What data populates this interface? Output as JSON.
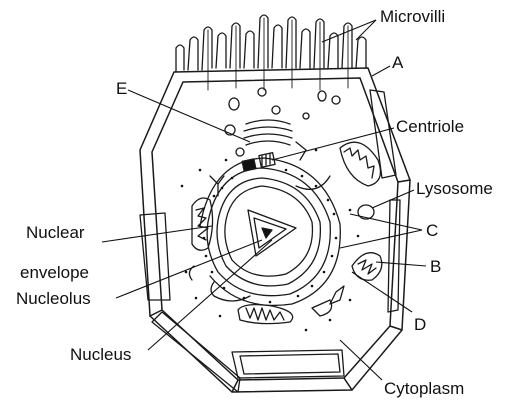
{
  "diagram": {
    "labels": {
      "microvilli": "Microvilli",
      "a": "A",
      "e": "E",
      "centriole": "Centriole",
      "lysosome": "Lysosome",
      "c": "C",
      "b": "B",
      "d": "D",
      "nuclear_envelope_line1": "Nuclear",
      "nuclear_envelope_line2": "envelope",
      "nucleolus": "Nucleolus",
      "nucleus": "Nucleus",
      "cytoplasm": "Cytoplasm"
    },
    "colors": {
      "ink": "#111111",
      "background": "#ffffff"
    }
  }
}
